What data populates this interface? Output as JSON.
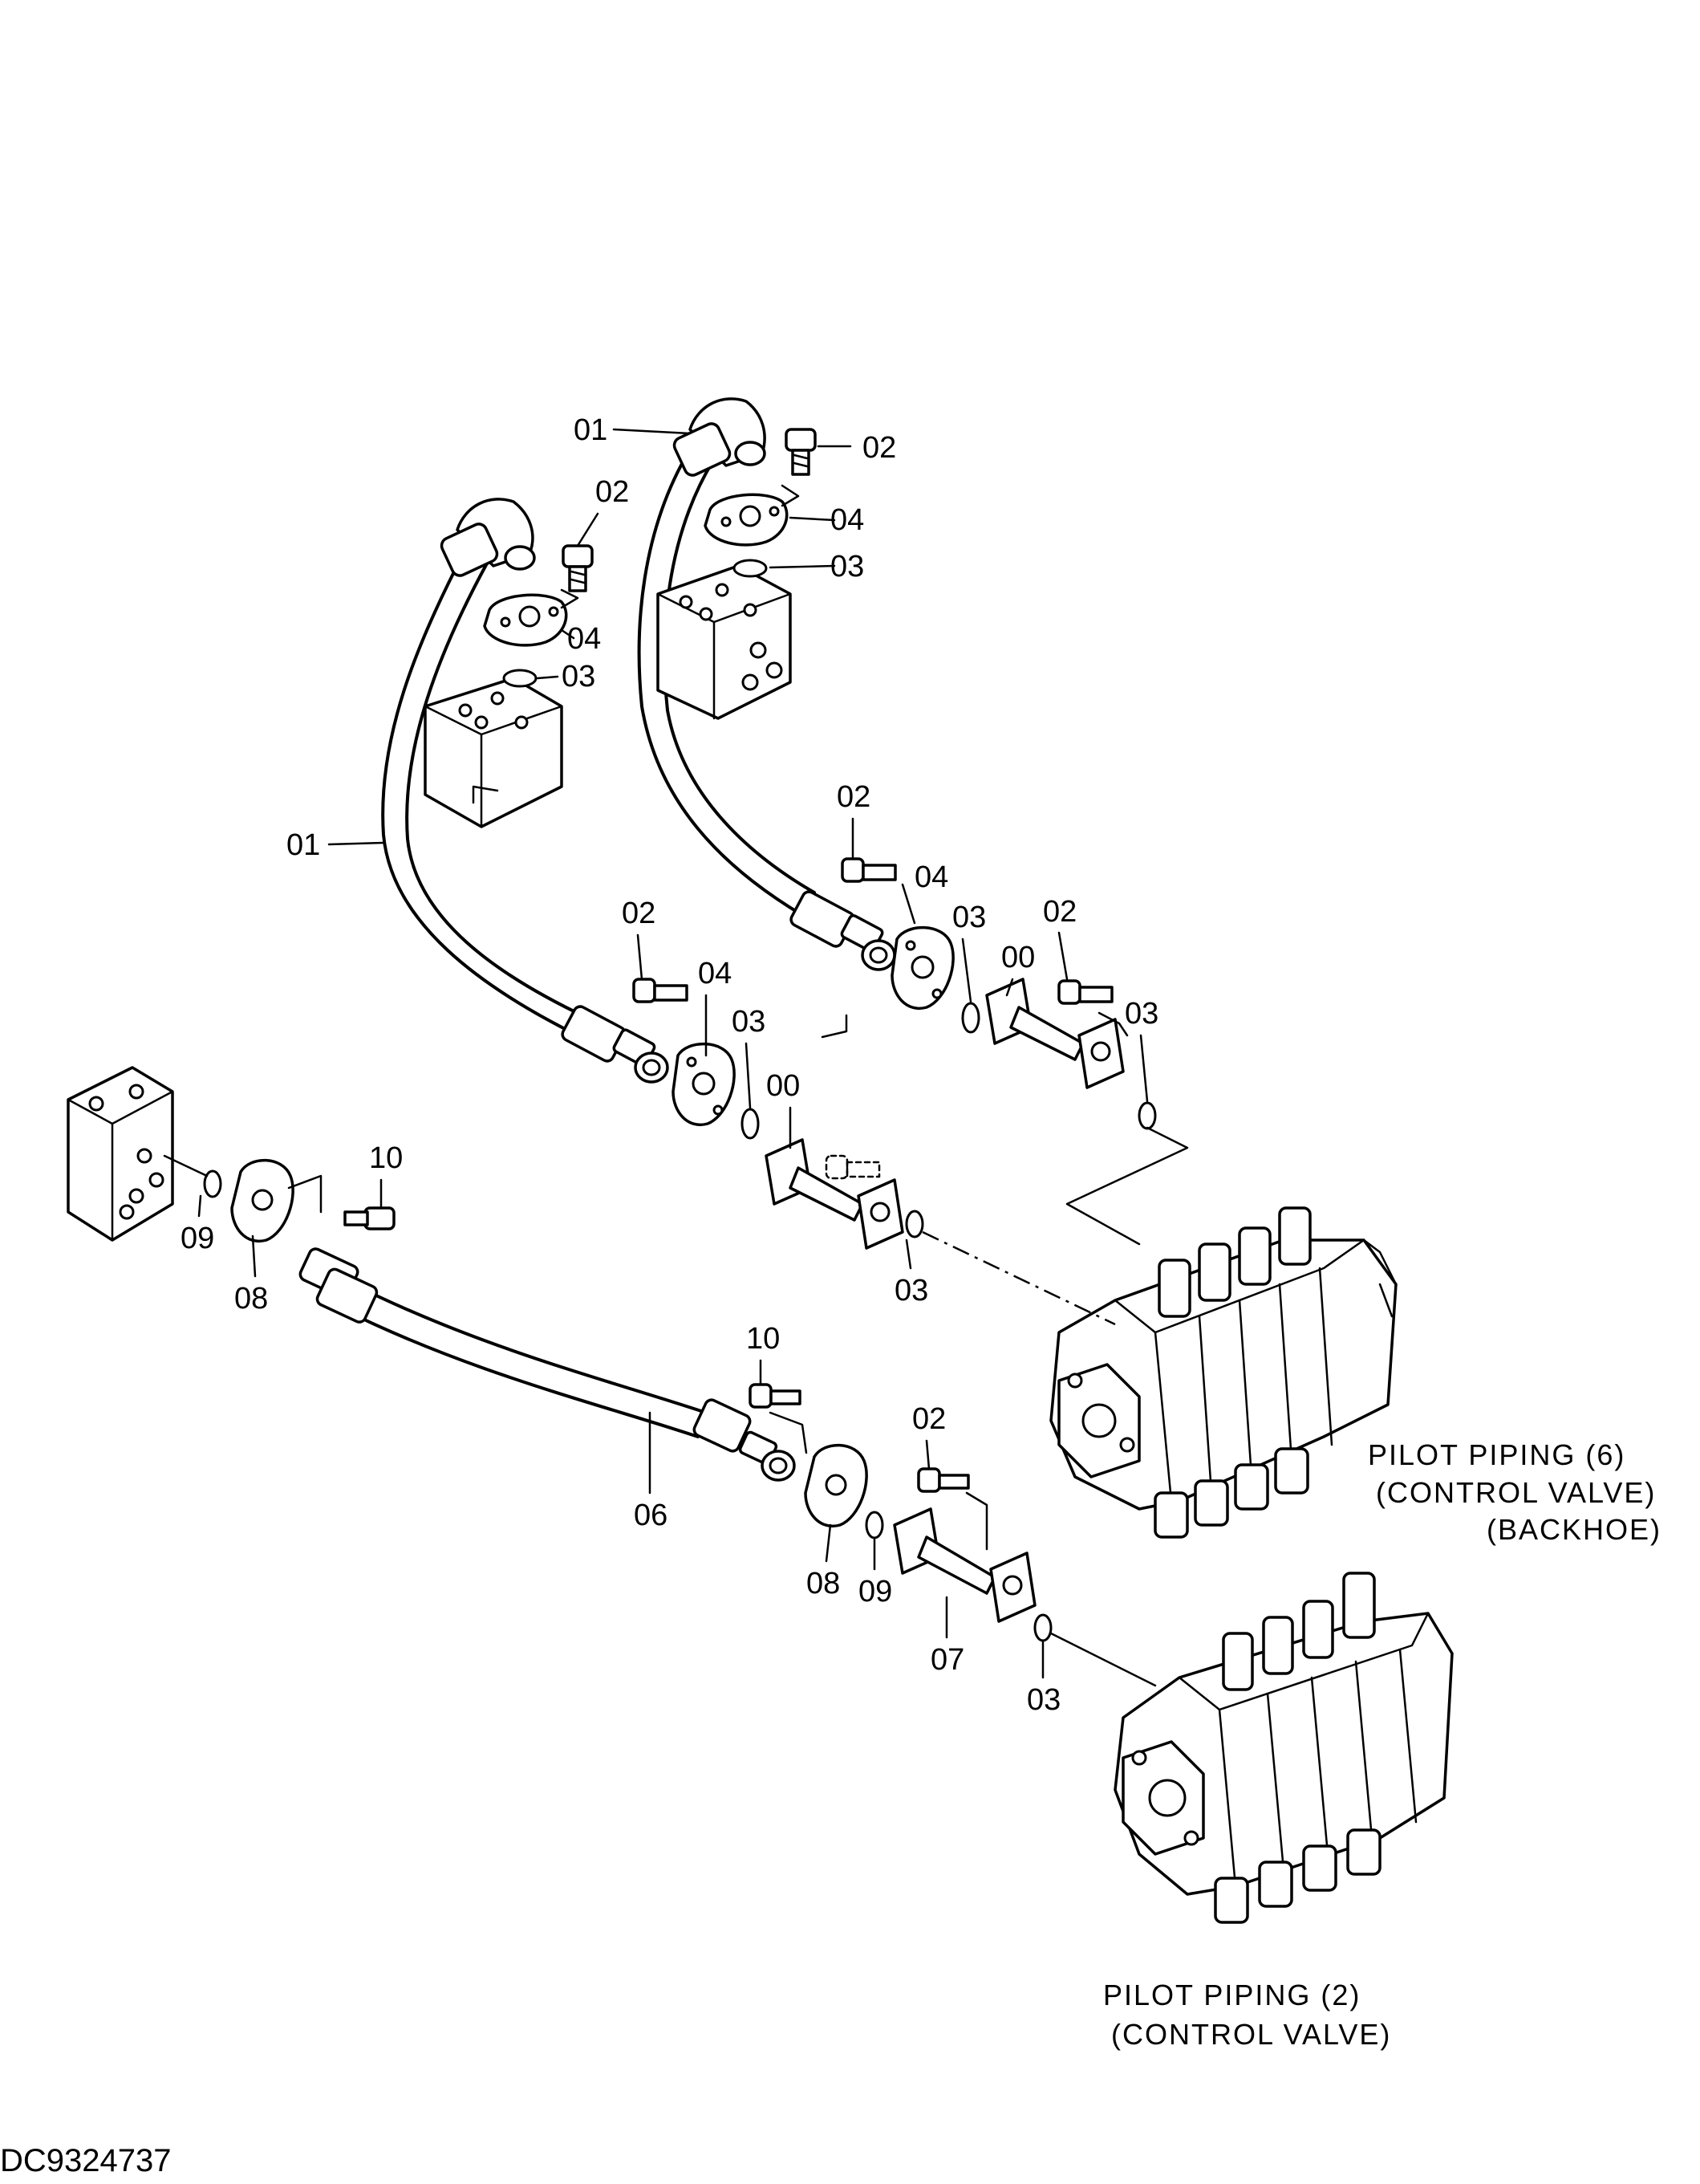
{
  "labels": {
    "p01": "01",
    "p02": "02",
    "p03": "03",
    "p04": "04",
    "p00": "00",
    "p06": "06",
    "p07": "07",
    "p08": "08",
    "p09": "09",
    "p10": "10"
  },
  "captions": {
    "pilot6_line1": "PILOT  PIPING  (6)",
    "pilot6_line2": "(CONTROL  VALVE)",
    "pilot6_line3": "(BACKHOE)",
    "pilot2_line1": "PILOT  PIPING  (2)",
    "pilot2_line2": "(CONTROL  VALVE)"
  },
  "drawing_code": "DC9324737"
}
